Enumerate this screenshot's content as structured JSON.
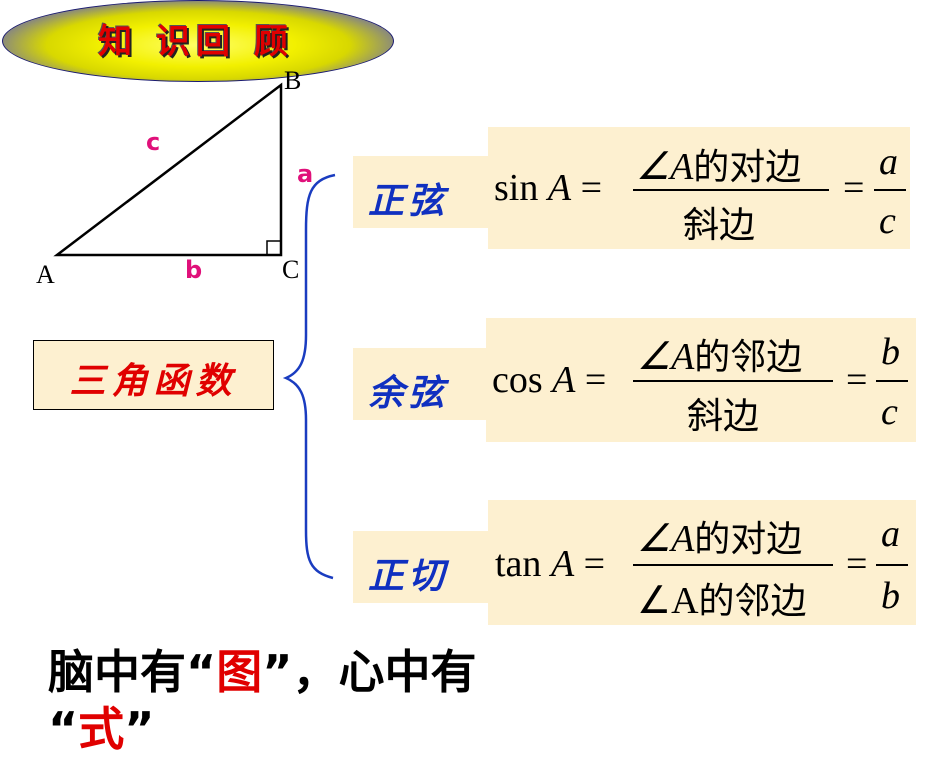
{
  "title": "知 识回 顾",
  "triangle": {
    "vertex_a": "A",
    "vertex_b": "B",
    "vertex_c": "C",
    "side_a": "a",
    "side_b": "b",
    "side_c": "c"
  },
  "category_label": "三角函数",
  "functions": [
    {
      "name": "正弦",
      "lhs_fn": "sin",
      "lhs_var": "A",
      "num_angle": "∠A",
      "num_text": "的对边",
      "den_angle": "",
      "den_text": "斜边",
      "res_num": "a",
      "res_den": "c"
    },
    {
      "name": "余弦",
      "lhs_fn": "cos",
      "lhs_var": "A",
      "num_angle": "∠A",
      "num_text": "的邻边",
      "den_angle": "",
      "den_text": "斜边",
      "res_num": "b",
      "res_den": "c"
    },
    {
      "name": "正切",
      "lhs_fn": "tan",
      "lhs_var": "A",
      "num_angle": "∠A",
      "num_text": "的对边",
      "den_angle": "∠A",
      "den_text": "的邻边",
      "res_num": "a",
      "res_den": "b"
    }
  ],
  "bottom": {
    "line1_pre": "脑中有“",
    "line1_red": "图",
    "line1_post": "”，心中有",
    "line2_pre": "“",
    "line2_red": "式",
    "line2_post": "”"
  },
  "colors": {
    "title_red": "#e00000",
    "function_name_blue": "#1030c0",
    "side_label_pink": "#e0107a",
    "box_fill": "#fdf0d0",
    "brace_blue": "#1a3cc0"
  }
}
